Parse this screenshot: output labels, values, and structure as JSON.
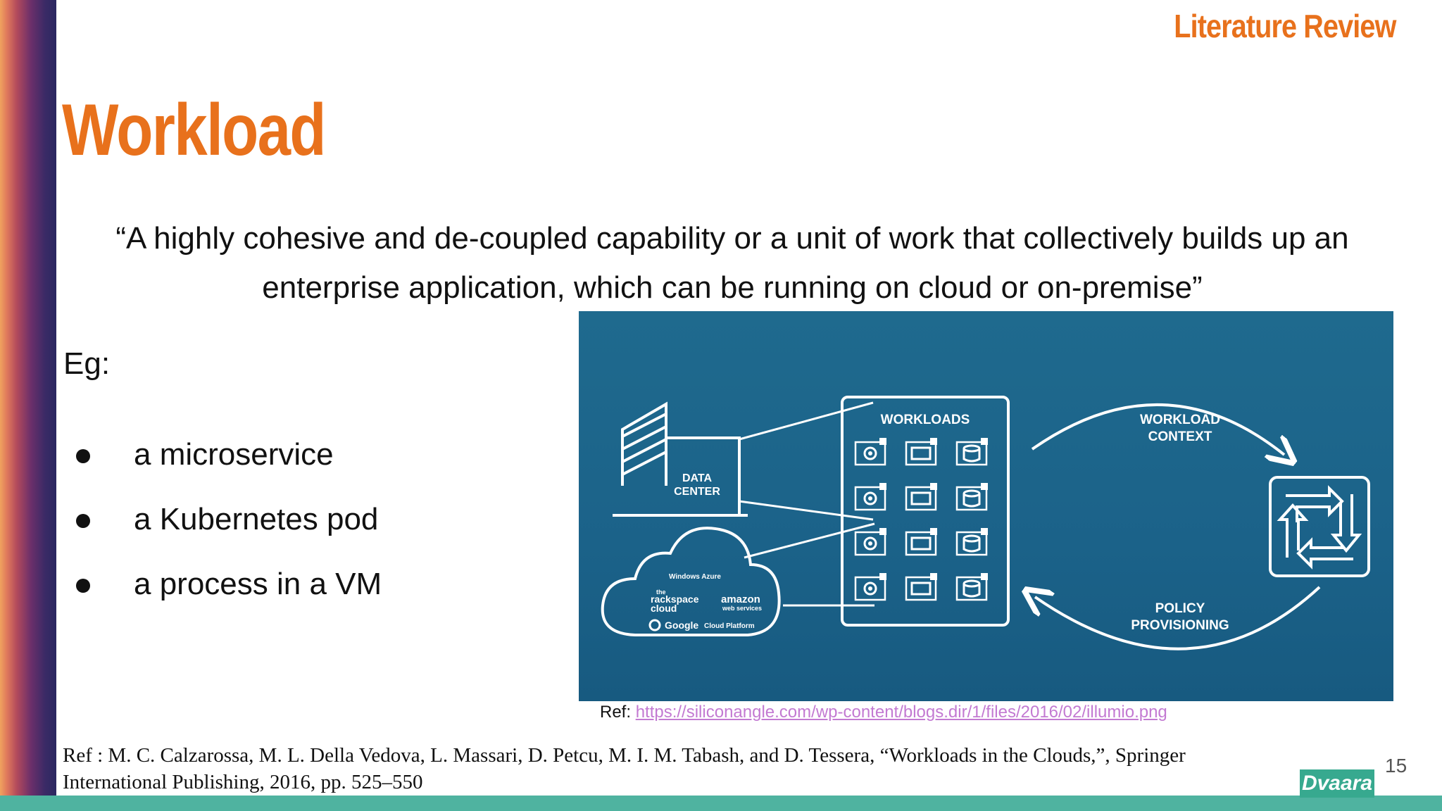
{
  "header": {
    "section_label": "Literature Review",
    "title": "Workload"
  },
  "definition": "“A highly cohesive and de-coupled capability or a unit of work that collectively builds up an enterprise application, which can be running on cloud or on-premise”",
  "examples": {
    "label": "Eg:",
    "items": [
      "a microservice",
      "a Kubernetes pod",
      "a process in a VM"
    ]
  },
  "diagram": {
    "data_center_line1": "DATA",
    "data_center_line2": "CENTER",
    "workloads_label": "WORKLOADS",
    "context_line1": "WORKLOAD",
    "context_line2": "CONTEXT",
    "policy_line1": "POLICY",
    "policy_line2": "PROVISIONING",
    "cloud_windows": "Windows Azure",
    "cloud_rackspace_small": "the",
    "cloud_rackspace_line1": "rackspace",
    "cloud_rackspace_line2": "cloud",
    "cloud_amazon_line1": "amazon",
    "cloud_amazon_line2": "web services",
    "cloud_google": "Google",
    "cloud_google_platform": "Cloud Platform"
  },
  "image_ref": {
    "prefix": "Ref: ",
    "url": "https://siliconangle.com/wp-content/blogs.dir/1/files/2016/02/illumio.png"
  },
  "citation": "Ref : M. C. Calzarossa, M. L. Della Vedova, L. Massari, D. Petcu, M. I. M. Tabash, and D. Tessera, “Workloads in the Clouds,”, Springer International Publishing, 2016, pp. 525–550",
  "page_number": "15",
  "logo_text": "Dvaara",
  "colors": {
    "accent": "#e8711c",
    "diagram_bg": "#1b6289",
    "bottom_bar": "#4fb3a0",
    "link": "#c37ad2"
  }
}
